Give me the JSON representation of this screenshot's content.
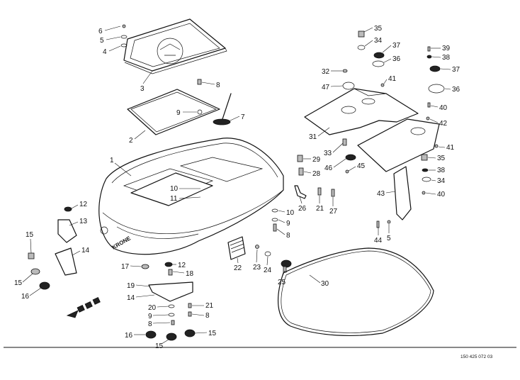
{
  "document_number": "150 425 072 03",
  "brand_mark": "KRONE",
  "callouts": [
    "1",
    "2",
    "3",
    "4",
    "5",
    "6",
    "7",
    "8",
    "9",
    "10",
    "11",
    "12",
    "13",
    "14",
    "15",
    "16",
    "17",
    "18",
    "19",
    "20",
    "21",
    "22",
    "23",
    "24",
    "25",
    "26",
    "27",
    "28",
    "29",
    "30",
    "31",
    "32",
    "33",
    "34",
    "35",
    "36",
    "37",
    "38",
    "39",
    "40",
    "41",
    "42",
    "43",
    "44",
    "45",
    "46",
    "47"
  ]
}
